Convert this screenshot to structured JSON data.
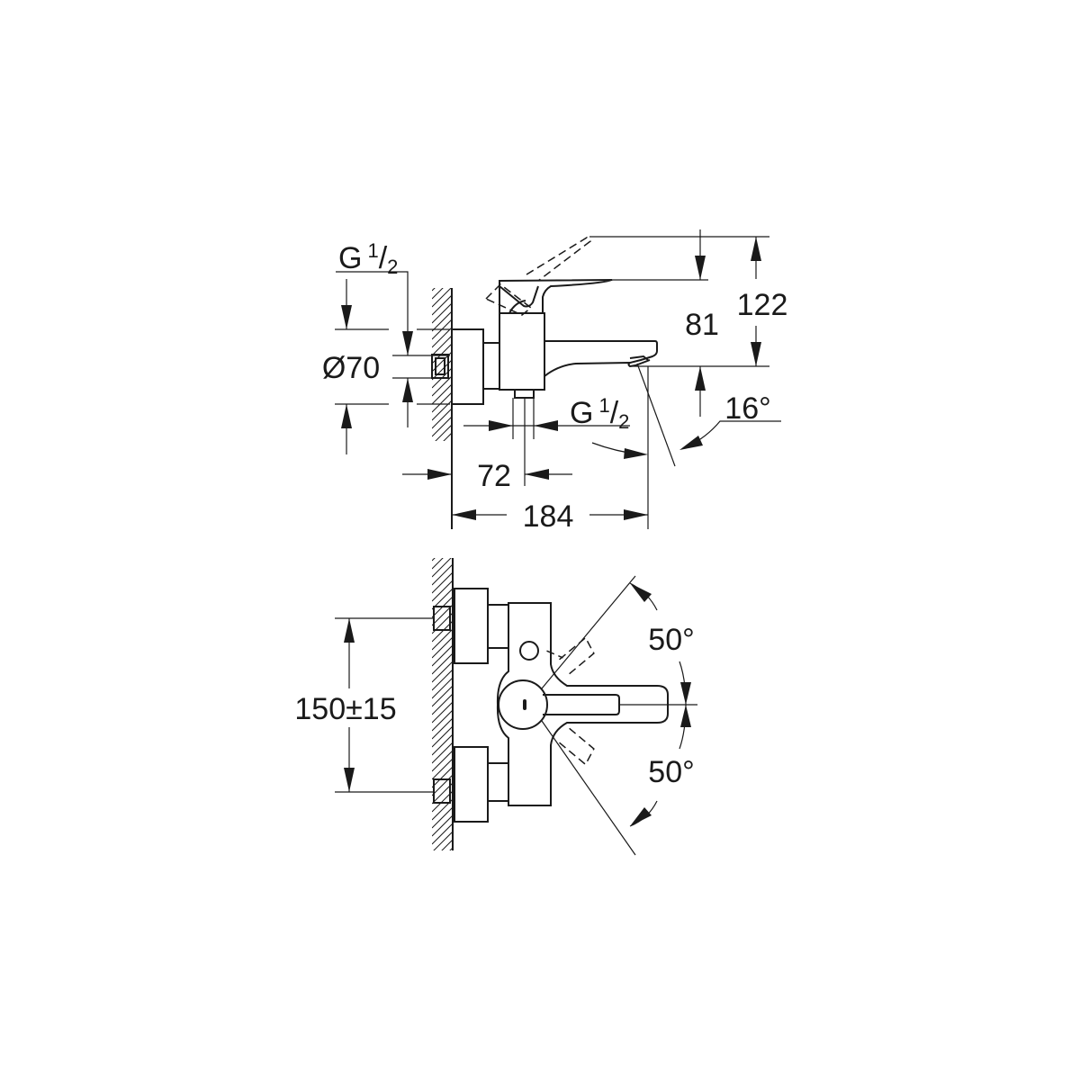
{
  "drawing": {
    "side_view": {
      "thread_inlet": {
        "prefix": "G",
        "num": "1",
        "slash": "/",
        "den": "2"
      },
      "diameter_label": "Ø70",
      "thread_outlet": {
        "prefix": "G",
        "num": "1",
        "slash": "/",
        "den": "2"
      },
      "dim_72": "72",
      "dim_184": "184",
      "dim_81": "81",
      "dim_122": "122",
      "angle_16": "16°"
    },
    "front_view": {
      "dim_spacing": "150±15",
      "angle_upper": "50°",
      "angle_lower": "50°"
    },
    "colors": {
      "line": "#1a1a1a",
      "background": "#ffffff"
    }
  }
}
